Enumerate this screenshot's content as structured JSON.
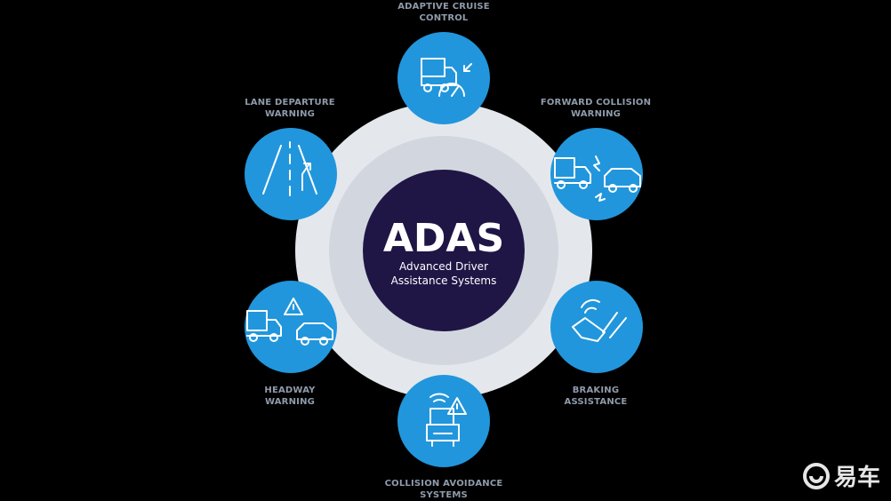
{
  "center": {
    "title": "ADAS",
    "subtitle_line1": "Advanced Driver",
    "subtitle_line2": "Assistance Systems"
  },
  "features": {
    "adaptive_cruise": {
      "line1": "ADAPTIVE CRUISE",
      "line2": "CONTROL",
      "icon": "truck-speedometer-icon"
    },
    "forward_collision": {
      "line1": "FORWARD COLLISION",
      "line2": "WARNING",
      "icon": "truck-car-collision-icon"
    },
    "braking": {
      "line1": "BRAKING",
      "line2": "ASSISTANCE",
      "icon": "foot-pedal-icon"
    },
    "collision_avoidance": {
      "line1": "COLLISION AVOIDANCE",
      "line2": "SYSTEMS",
      "icon": "truck-warning-signal-icon"
    },
    "headway": {
      "line1": "HEADWAY",
      "line2": "WARNING",
      "icon": "truck-car-warning-icon"
    },
    "lane_departure": {
      "line1": "LANE DEPARTURE",
      "line2": "WARNING",
      "icon": "lane-arrow-icon"
    }
  },
  "watermark": {
    "text": "易车"
  },
  "colors": {
    "background": "#000000",
    "center": "#1f1646",
    "ring_outer": "#e4e8ed",
    "ring_inner": "#d2d7df",
    "feature_blue": "#2196dc",
    "label_gray": "#8f9bab"
  }
}
